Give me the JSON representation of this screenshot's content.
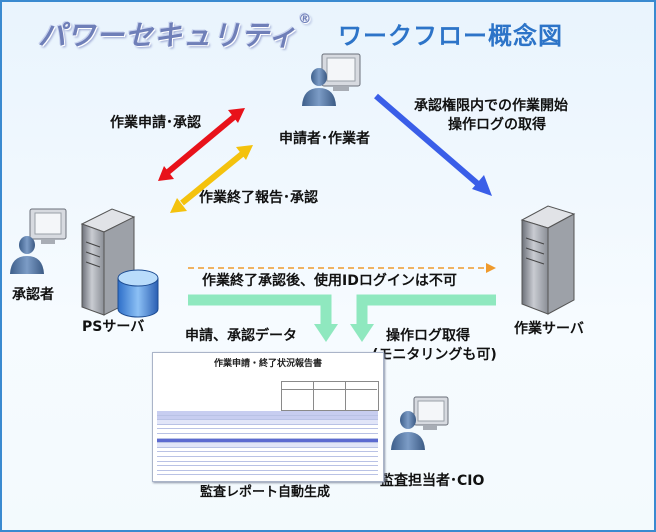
{
  "brand": {
    "logo_text": "パワーセキュリティ",
    "reg_mark": "®"
  },
  "title": "ワークフロー概念図",
  "actors": {
    "applicant": "申請者･作業者",
    "approver": "承認者",
    "ps_server": "PSサーバ",
    "work_server": "作業サーバ",
    "auditor": "監査担当者･CIO"
  },
  "flows": {
    "request_approval": "作業申請･承認",
    "completion_report": "作業終了報告･承認",
    "start_work_line1": "承認権限内での作業開始",
    "start_work_line2": "操作ログの取得",
    "login_disabled": "作業終了承認後、使用IDログインは不可",
    "request_data": "申請、承認データ",
    "log_collect_line1": "操作ログ取得",
    "log_collect_line2": "(モニタリングも可)"
  },
  "report": {
    "caption": "監査レポート自動生成",
    "doc_title": "作業申請・終了状況報告書"
  },
  "colors": {
    "red_arrow": "#e8121a",
    "yellow_arrow": "#f4c20d",
    "blue_arrow": "#3a5ee8",
    "green_arrow": "#8fe8bf",
    "dashed_arrow": "#ef9a2c",
    "title": "#2d74c8",
    "logo": "#6f7fb8"
  }
}
